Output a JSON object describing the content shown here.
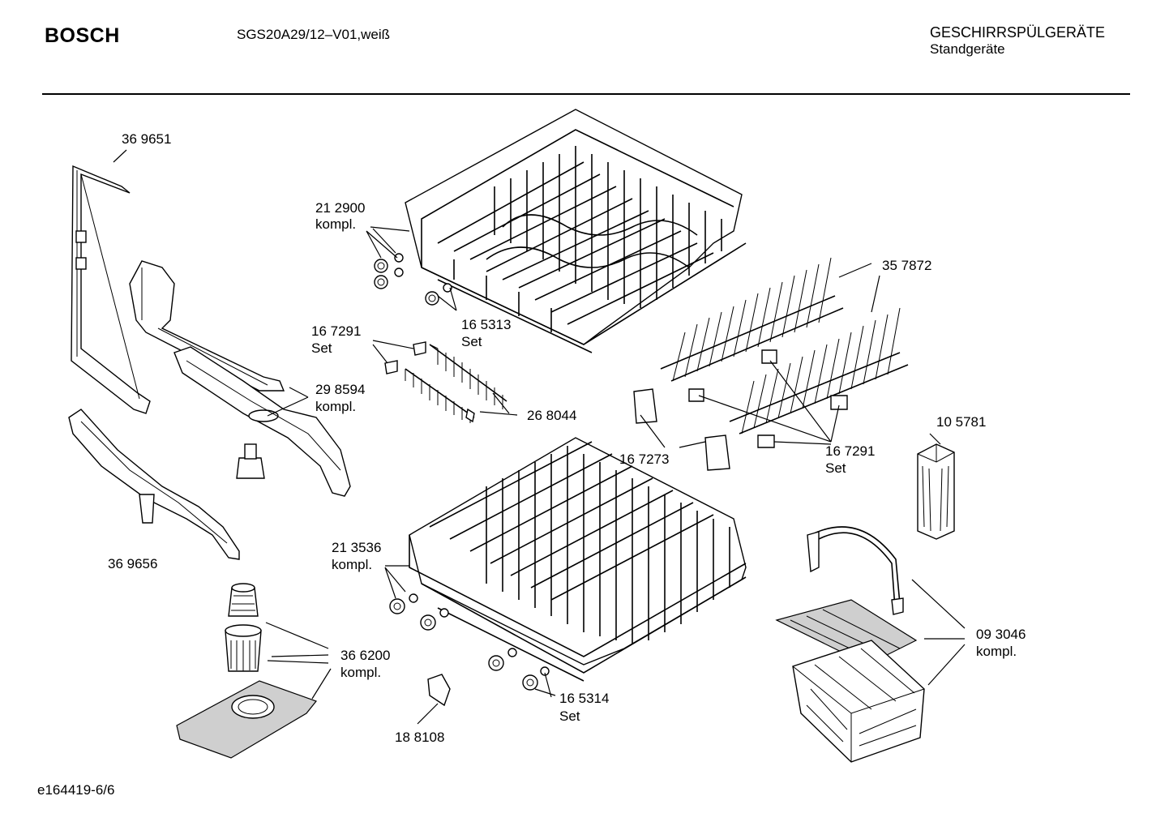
{
  "header": {
    "brand": "BOSCH",
    "model": "SGS20A29/12–V01,weiß",
    "category": "GESCHIRRSPÜLGERÄTE",
    "subcategory": "Standgeräte"
  },
  "footer": {
    "drawing_id": "e164419-6/6"
  },
  "labels": {
    "p369651": "36 9651",
    "p212900": "21 2900",
    "p212900_note": "kompl.",
    "p165313": "16 5313",
    "p165313_note": "Set",
    "p167291a": "16 7291",
    "p167291a_note": "Set",
    "p298594": "29 8594",
    "p298594_note": "kompl.",
    "p268044": "26 8044",
    "p357872": "35 7872",
    "p167273": "16 7273",
    "p167291b": "16 7291",
    "p167291b_note": "Set",
    "p105781": "10 5781",
    "p369656": "36 9656",
    "p213536": "21 3536",
    "p213536_note": "kompl.",
    "p366200": "36 6200",
    "p366200_note": "kompl.",
    "p093046": "09 3046",
    "p093046_note": "kompl.",
    "p165314": "16 5314",
    "p165314_note": "Set",
    "p188108": "18 8108"
  }
}
